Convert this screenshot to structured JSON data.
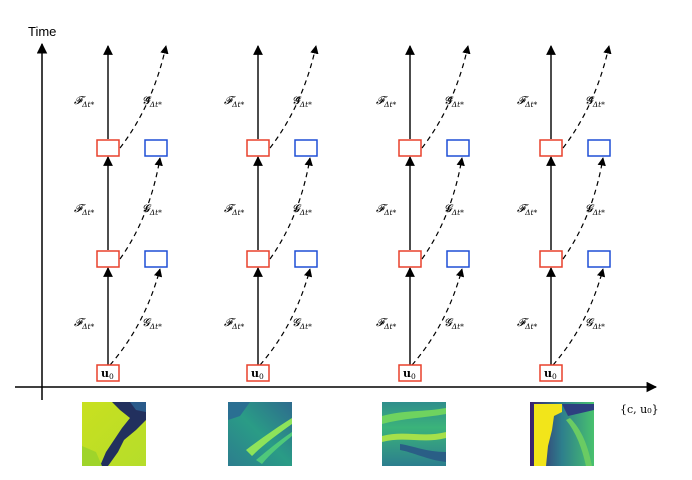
{
  "axis": {
    "y_label": "Time",
    "x_label": "{c, u₀}"
  },
  "columns": [
    {
      "id": "sample-1",
      "initial_label": "u",
      "initial_sub": "0"
    },
    {
      "id": "sample-2",
      "initial_label": "u",
      "initial_sub": "0"
    },
    {
      "id": "sample-3",
      "initial_label": "u",
      "initial_sub": "0"
    },
    {
      "id": "sample-4",
      "initial_label": "u",
      "initial_sub": "0"
    }
  ],
  "operators": {
    "fine": {
      "symbol": "𝓕",
      "sub": "Δt*"
    },
    "coarse": {
      "symbol": "𝓖",
      "sub": "Δt*"
    }
  },
  "levels": 3,
  "colors": {
    "fine_box": "#e8412c",
    "coarse_box": "#1f4fd6",
    "arrow": "#000000"
  },
  "thumbnails": [
    {
      "name": "field-sample-1",
      "palette": "viridis"
    },
    {
      "name": "field-sample-2",
      "palette": "viridis"
    },
    {
      "name": "field-sample-3",
      "palette": "viridis"
    },
    {
      "name": "field-sample-4",
      "palette": "viridis"
    }
  ]
}
